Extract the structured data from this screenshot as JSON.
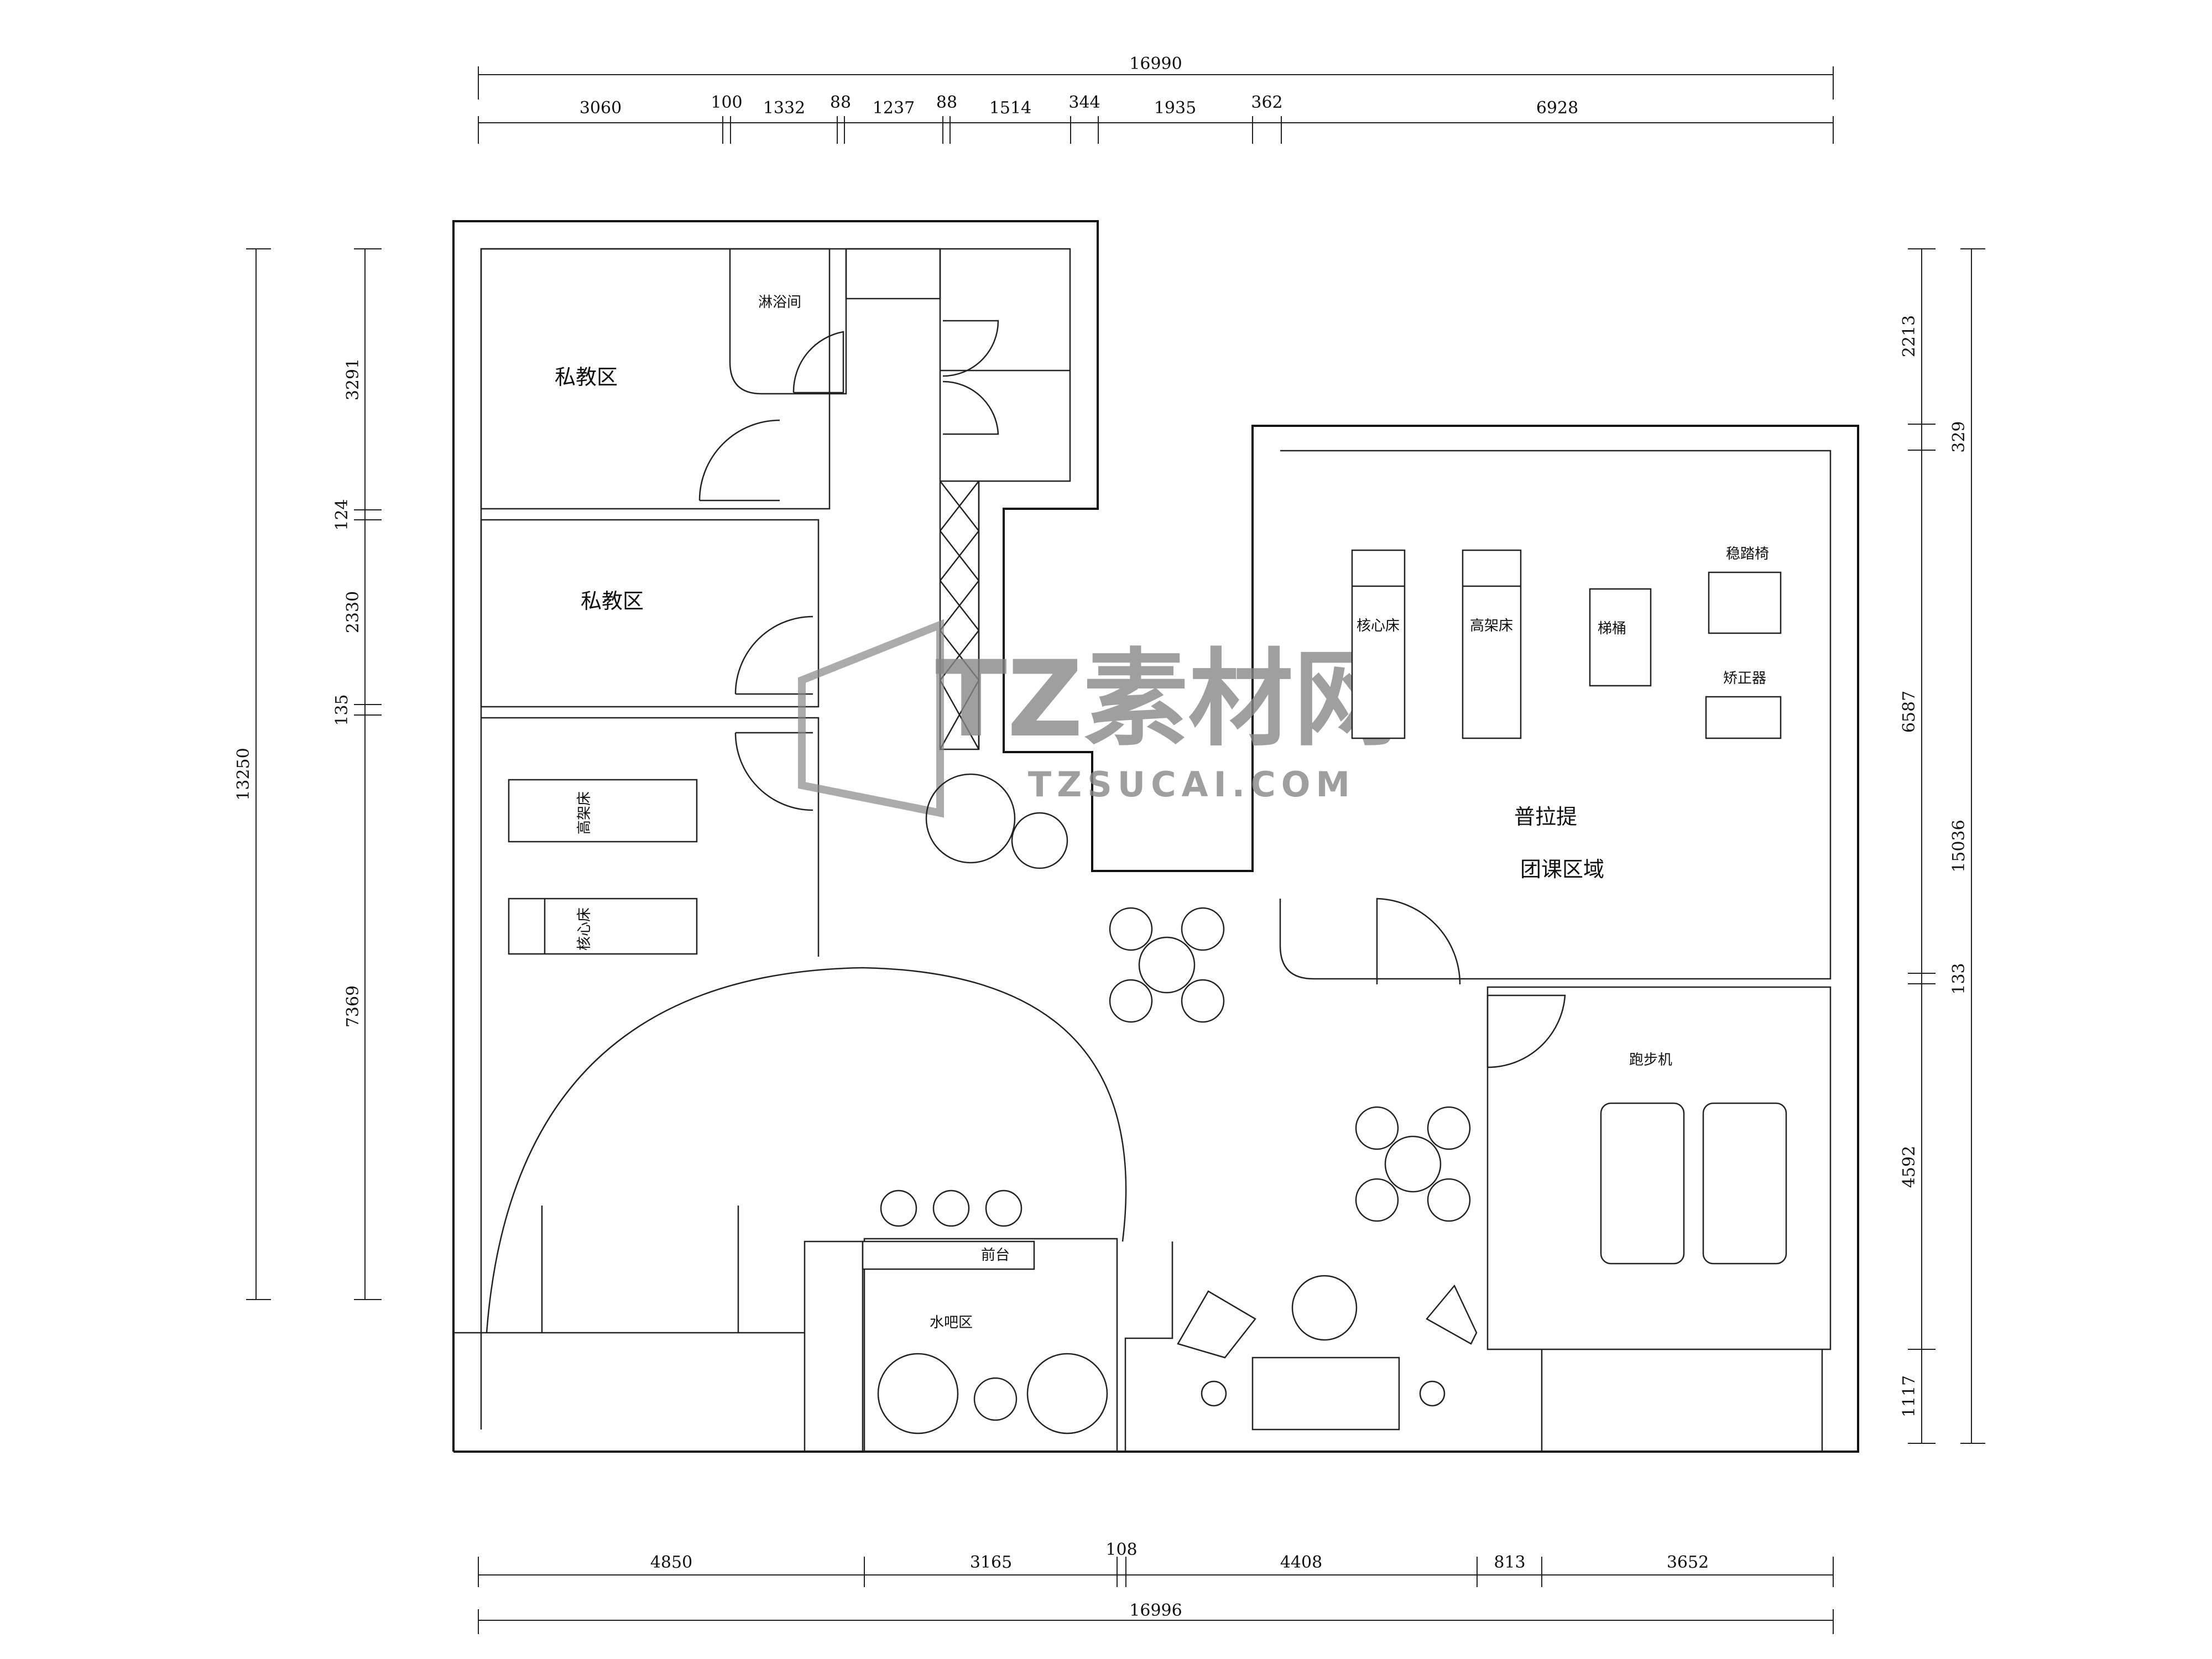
{
  "watermark": {
    "brand": "TZ素材网",
    "url": "TZSUCAI.COM"
  },
  "dimensions": {
    "top_total": "16990",
    "top_segments": [
      "3060",
      "100",
      "1332",
      "88",
      "1237",
      "88",
      "1514",
      "344",
      "1935",
      "362",
      "6928"
    ],
    "bottom_total": "16996",
    "bottom_segments": [
      "4850",
      "3165",
      "108",
      "4408",
      "813",
      "3652"
    ],
    "left_total": "13250",
    "left_segments": [
      "3291",
      "124",
      "2330",
      "135",
      "7369"
    ],
    "right_total": "15036",
    "right_segments": [
      "2213",
      "329",
      "6587",
      "133",
      "4592",
      "1117"
    ]
  },
  "rooms": {
    "private_1": "私教区",
    "private_2": "私教区",
    "shower": "淋浴间",
    "pilates_1": "普拉提",
    "pilates_2": "团课区域",
    "treadmill": "跑步机",
    "front_desk": "前台",
    "water_bar": "水吧区"
  },
  "equipment": {
    "core_bed": "核心床",
    "high_bed": "高架床",
    "ladder_barrel": "梯桶",
    "stability_chair": "稳踏椅",
    "corrector": "矫正器",
    "high_bed_2": "高架床",
    "core_bed_2": "核心床"
  }
}
